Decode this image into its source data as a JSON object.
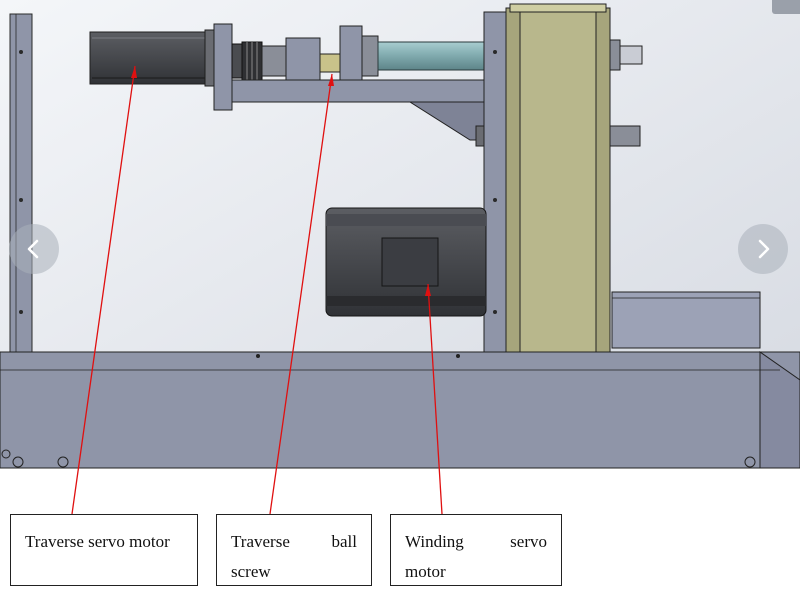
{
  "labels": {
    "traverse_servo_motor": "Traverse servo motor",
    "traverse_ball_screw": "Traverse ball screw",
    "winding_servo_motor": "Winding servo motor"
  },
  "icons": {
    "prev": "chevron-left-icon",
    "next": "chevron-right-icon"
  },
  "colors": {
    "annotation_line": "#e01010",
    "frame_steel": "#8c92a6",
    "motor_body": "#3a3c40",
    "gearbox": "#b8b78c",
    "screw": "#7fa9ad"
  }
}
